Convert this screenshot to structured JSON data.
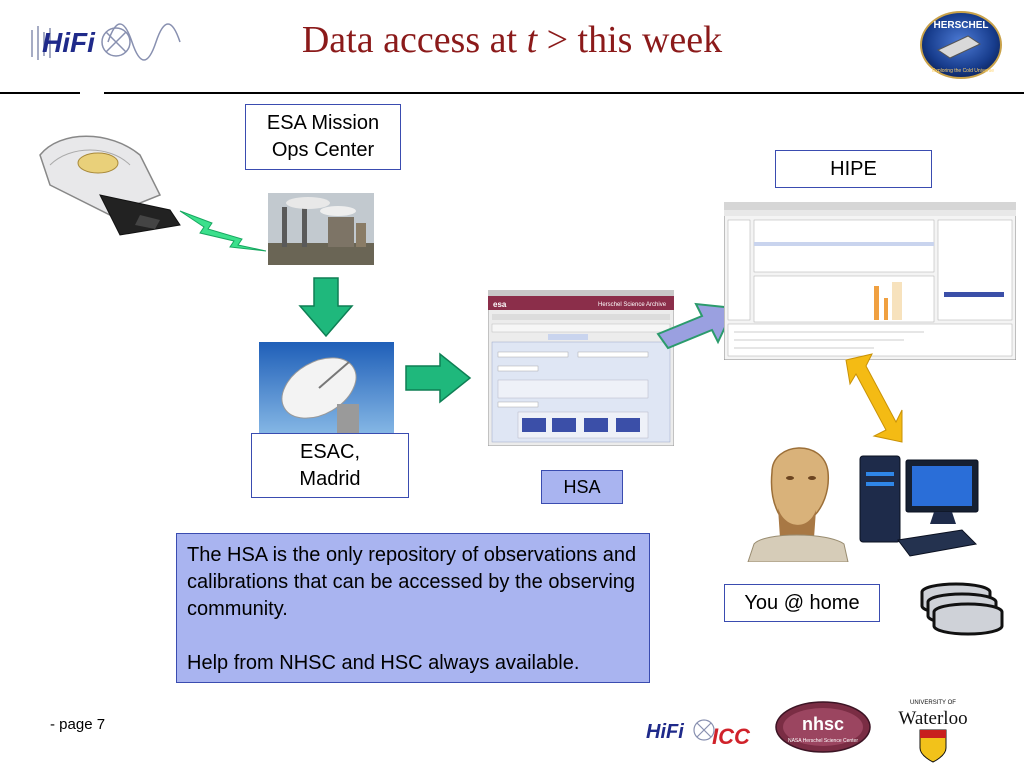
{
  "title": {
    "prefix": "Data access at ",
    "variable": "t",
    "suffix": " > this week"
  },
  "header": {
    "hifi_logo_text": "HiFi",
    "herschel_badge_text": "HERSCHEL",
    "herschel_badge_subtext": "Exploring the Cold Universe"
  },
  "labels": {
    "esa_line1": "ESA Mission",
    "esa_line2": "Ops Center",
    "hipe": "HIPE",
    "esac_line1": "ESAC,",
    "esac_line2": "Madrid",
    "hsa": "HSA",
    "you_home": "You @ home"
  },
  "hsa_screen": {
    "brand": "esa",
    "banner": "Herschel Science Archive"
  },
  "info": {
    "paragraph1": "The HSA is the only repository of observations and calibrations that can be accessed by the observing community.",
    "paragraph2": "Help from NHSC and HSC always available."
  },
  "footer": {
    "page": "- page 7",
    "icc_logo_text": "HiFi",
    "icc_logo_suffix": "ICC",
    "nhsc_logo_text": "nhsc",
    "nhsc_logo_sub": "NASA Herschel Science Center",
    "waterloo_top": "UNIVERSITY OF",
    "waterloo_name": "Waterloo"
  },
  "colors": {
    "title": "#8b1a1a",
    "box_border": "#3a4cb0",
    "info_fill": "#a9b4f0",
    "arrow_green": "#1fb87c",
    "arrow_gold": "#f4bb14",
    "arrow_purple": "#9aa0e0"
  }
}
